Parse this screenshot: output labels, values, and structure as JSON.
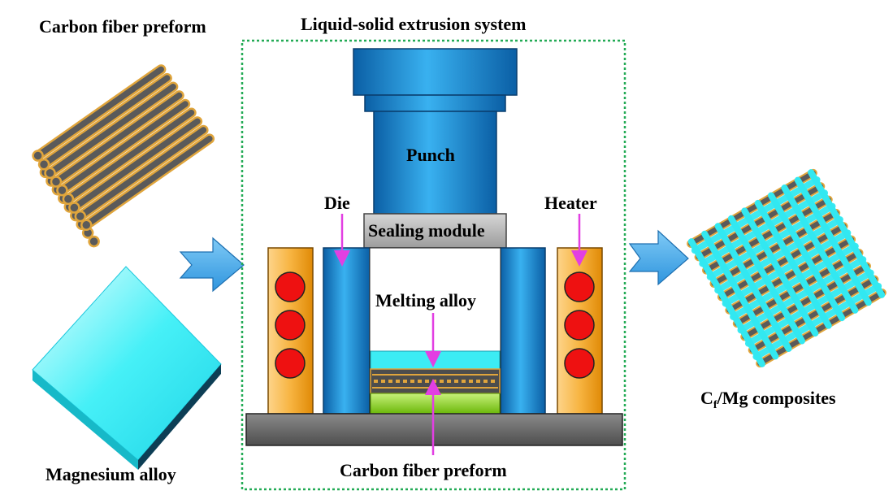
{
  "labels": {
    "preform_top": "Carbon fiber preform",
    "magnesium": "Magnesium alloy",
    "system_title": "Liquid-solid extrusion system",
    "punch": "Punch",
    "die": "Die",
    "heater": "Heater",
    "sealing": "Sealing module",
    "melting": "Melting alloy",
    "preform_bottom": "Carbon fiber preform",
    "composite_c": "C",
    "composite_sub": "f",
    "composite_rest": "/Mg composites"
  },
  "colors": {
    "fiber_gray": "#5a5a5a",
    "fiber_outline": "#e0a53c",
    "cyan": "#33e8f0",
    "blue_body": "#1f8fd6",
    "gray_base": "#6f6f6f",
    "heater_orange": "#f5a21a",
    "heater_red": "#ee1111",
    "arrow_blue": "#4fb2ef",
    "magenta": "#e23fe2",
    "dashed_green": "#22aa55",
    "green_layer": "#8cd11f"
  }
}
